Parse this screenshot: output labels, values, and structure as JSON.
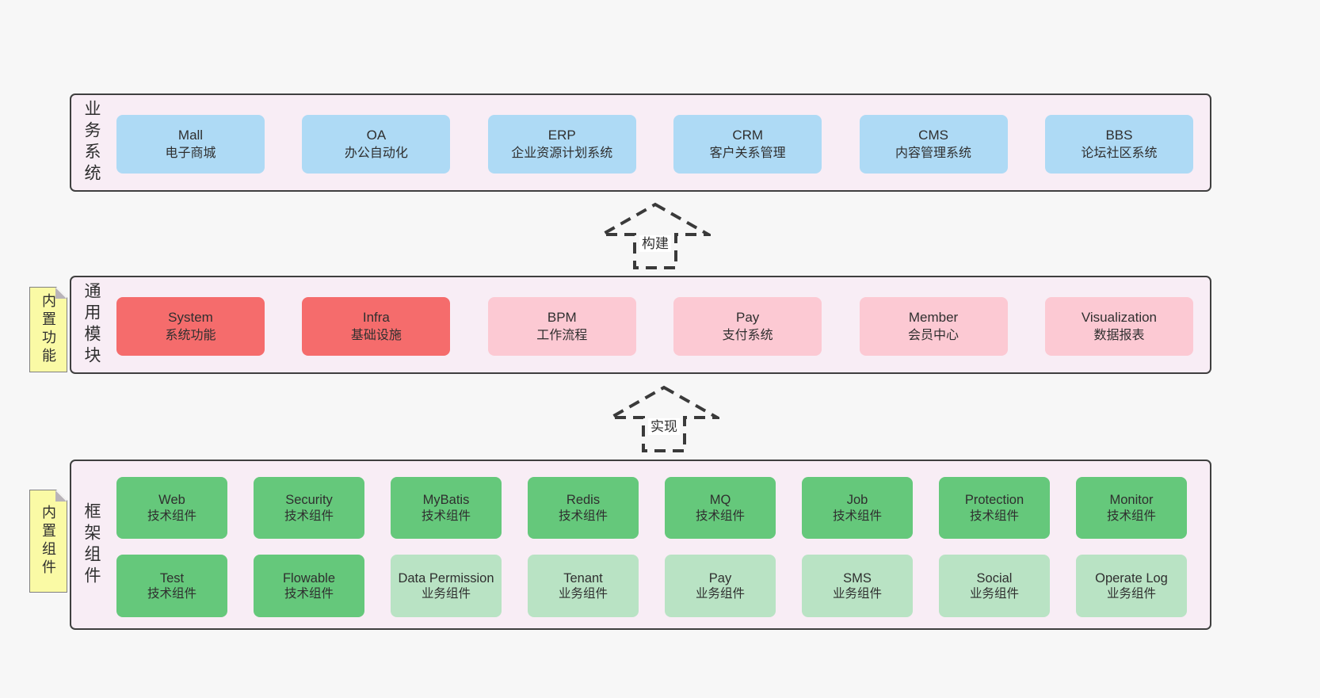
{
  "page": {
    "background": "#f7f7f7"
  },
  "colors": {
    "panel_bg": "#f8edf5",
    "panel_border": "#3f3f3f",
    "business_box_blue": "#aedaf5",
    "core_module_red": "#f56c6c",
    "optional_module_pink": "#fcc9d3",
    "tech_component_green": "#65c87b",
    "biz_component_light_green": "#b9e3c4",
    "sticky_note_yellow": "#fafaa5",
    "text": "#2f2f2f"
  },
  "arrows": [
    {
      "label": "构建"
    },
    {
      "label": "实现"
    }
  ],
  "layers": [
    {
      "label": "业务系统",
      "rows": [
        [
          {
            "name": "Mall",
            "desc": "电子商城",
            "variant": "blue"
          },
          {
            "name": "OA",
            "desc": "办公自动化",
            "variant": "blue"
          },
          {
            "name": "ERP",
            "desc": "企业资源计划系统",
            "variant": "blue"
          },
          {
            "name": "CRM",
            "desc": "客户关系管理",
            "variant": "blue"
          },
          {
            "name": "CMS",
            "desc": "内容管理系统",
            "variant": "blue"
          },
          {
            "name": "BBS",
            "desc": "论坛社区系统",
            "variant": "blue"
          }
        ]
      ]
    },
    {
      "label": "通用模块",
      "note": "内置功能",
      "rows": [
        [
          {
            "name": "System",
            "desc": "系统功能",
            "variant": "red"
          },
          {
            "name": "Infra",
            "desc": "基础设施",
            "variant": "red"
          },
          {
            "name": "BPM",
            "desc": "工作流程",
            "variant": "pink"
          },
          {
            "name": "Pay",
            "desc": "支付系统",
            "variant": "pink"
          },
          {
            "name": "Member",
            "desc": "会员中心",
            "variant": "pink"
          },
          {
            "name": "Visualization",
            "desc": "数据报表",
            "variant": "pink"
          }
        ]
      ]
    },
    {
      "label": "框架组件",
      "note": "内置组件",
      "rows": [
        [
          {
            "name": "Web",
            "desc": "技术组件",
            "variant": "green"
          },
          {
            "name": "Security",
            "desc": "技术组件",
            "variant": "green"
          },
          {
            "name": "MyBatis",
            "desc": "技术组件",
            "variant": "green"
          },
          {
            "name": "Redis",
            "desc": "技术组件",
            "variant": "green"
          },
          {
            "name": "MQ",
            "desc": "技术组件",
            "variant": "green"
          },
          {
            "name": "Job",
            "desc": "技术组件",
            "variant": "green"
          },
          {
            "name": "Protection",
            "desc": "技术组件",
            "variant": "green"
          },
          {
            "name": "Monitor",
            "desc": "技术组件",
            "variant": "green"
          }
        ],
        [
          {
            "name": "Test",
            "desc": "技术组件",
            "variant": "green"
          },
          {
            "name": "Flowable",
            "desc": "技术组件",
            "variant": "green"
          },
          {
            "name": "Data Permission",
            "desc": "业务组件",
            "variant": "lgreen"
          },
          {
            "name": "Tenant",
            "desc": "业务组件",
            "variant": "lgreen"
          },
          {
            "name": "Pay",
            "desc": "业务组件",
            "variant": "lgreen"
          },
          {
            "name": "SMS",
            "desc": "业务组件",
            "variant": "lgreen"
          },
          {
            "name": "Social",
            "desc": "业务组件",
            "variant": "lgreen"
          },
          {
            "name": "Operate Log",
            "desc": "业务组件",
            "variant": "lgreen"
          }
        ]
      ]
    }
  ]
}
